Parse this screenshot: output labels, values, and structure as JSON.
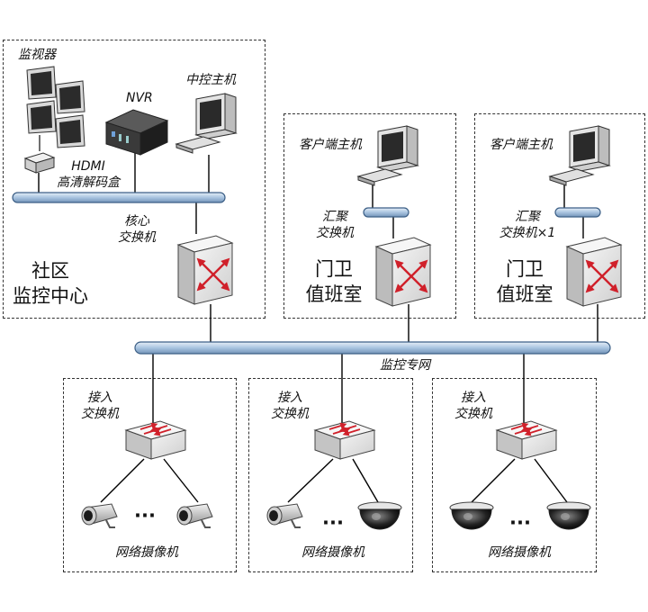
{
  "zones": {
    "center": {
      "title_line1": "社区",
      "title_line2": "监控中心",
      "monitors_label": "监视器",
      "nvr_label": "NVR",
      "host_label": "中控主机",
      "decoder_label_line1": "HDMI",
      "decoder_label_line2": "高清解码盒",
      "core_switch_line1": "核心",
      "core_switch_line2": "交换机"
    },
    "guard1": {
      "client_label": "客户端主机",
      "switch_line1": "汇聚",
      "switch_line2": "交换机",
      "title_line1": "门卫",
      "title_line2": "值班室"
    },
    "guard2": {
      "client_label": "客户端主机",
      "switch_line1": "汇聚",
      "switch_line2": "交换机×1",
      "title_line1": "门卫",
      "title_line2": "值班室"
    }
  },
  "backbone_label": "监控专网",
  "access_groups": [
    {
      "switch_line1": "接入",
      "switch_line2": "交换机",
      "cameras_label": "网络摄像机",
      "ellipsis": "···"
    },
    {
      "switch_line1": "接入",
      "switch_line2": "交换机",
      "cameras_label": "网络摄像机",
      "ellipsis": "···"
    },
    {
      "switch_line1": "接入",
      "switch_line2": "交换机",
      "cameras_label": "网络摄像机",
      "ellipsis": "···"
    }
  ],
  "colors": {
    "bus_fill": "#bcd3ea",
    "bus_stroke": "#3c5f86",
    "switch_body": "#e8e8e8",
    "switch_arrow": "#d0202a",
    "dashed_border": "#333333"
  }
}
